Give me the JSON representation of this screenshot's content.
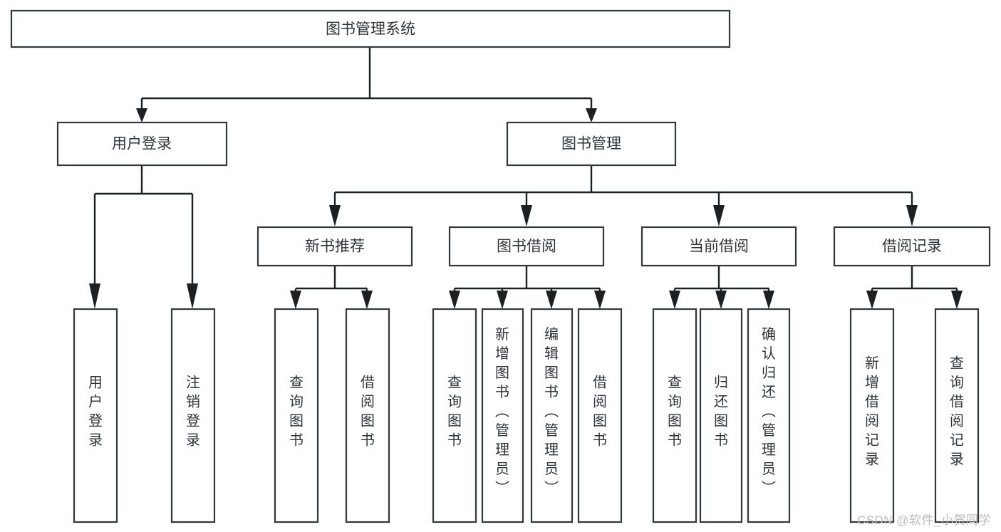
{
  "diagram": {
    "title": "图书管理系统",
    "type": "tree-hierarchy-diagram",
    "watermark": "CSDN @软件_小贺同学",
    "colors": {
      "box_stroke": "#32373b",
      "box_fill": "#ffffff",
      "connector": "#1d2023",
      "text": "#2f3338",
      "watermark": "#b9bcc0",
      "background": "#ffffff"
    },
    "levels": {
      "level1": [
        {
          "id": "root",
          "label": "图书管理系统"
        }
      ],
      "level2": [
        {
          "id": "user-login",
          "label": "用户登录",
          "parent": "root"
        },
        {
          "id": "book-manage",
          "label": "图书管理",
          "parent": "root"
        }
      ],
      "level3": [
        {
          "id": "new-book-recommend",
          "label": "新书推荐",
          "parent": "book-manage"
        },
        {
          "id": "book-borrow",
          "label": "图书借阅",
          "parent": "book-manage"
        },
        {
          "id": "current-borrow",
          "label": "当前借阅",
          "parent": "book-manage"
        },
        {
          "id": "borrow-record",
          "label": "借阅记录",
          "parent": "book-manage"
        }
      ],
      "level4": [
        {
          "id": "leaf-user-login",
          "label": "用户登录",
          "parent": "user-login"
        },
        {
          "id": "leaf-logout-login",
          "label": "注销登录",
          "parent": "user-login"
        },
        {
          "id": "leaf-query-book-1",
          "label": "查询图书",
          "parent": "new-book-recommend"
        },
        {
          "id": "leaf-borrow-book-1",
          "label": "借阅图书",
          "parent": "new-book-recommend"
        },
        {
          "id": "leaf-query-book-2",
          "label": "查询图书",
          "parent": "book-borrow"
        },
        {
          "id": "leaf-add-book",
          "label": "新增图书（管理员）",
          "parent": "book-borrow"
        },
        {
          "id": "leaf-edit-book",
          "label": "编辑图书（管理员）",
          "parent": "book-borrow"
        },
        {
          "id": "leaf-borrow-book-2",
          "label": "借阅图书",
          "parent": "book-borrow"
        },
        {
          "id": "leaf-query-book-3",
          "label": "查询图书",
          "parent": "current-borrow"
        },
        {
          "id": "leaf-return-book",
          "label": "归还图书",
          "parent": "current-borrow"
        },
        {
          "id": "leaf-confirm-return",
          "label": "确认归还（管理员）",
          "parent": "current-borrow"
        },
        {
          "id": "leaf-add-record",
          "label": "新增借阅记录",
          "parent": "borrow-record"
        },
        {
          "id": "leaf-query-record",
          "label": "查询借阅记录",
          "parent": "borrow-record"
        }
      ]
    }
  }
}
